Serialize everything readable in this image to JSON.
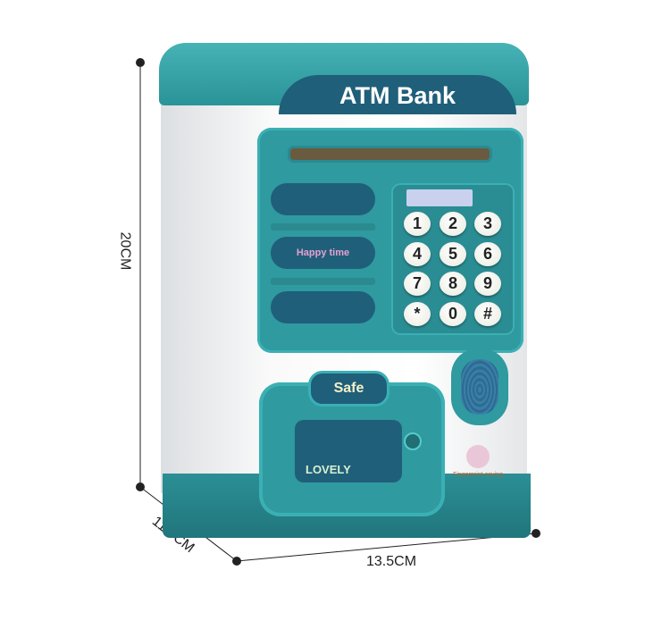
{
  "product": {
    "brand_label": "ATM Bank",
    "safe_label": "Safe",
    "sticker_text": "Happy time",
    "door_sticker_text": "LOVELY",
    "corner_sticker_text": "Fingerprint saving",
    "keypad_keys": [
      "1",
      "2",
      "3",
      "4",
      "5",
      "6",
      "7",
      "8",
      "9",
      "*",
      "0",
      "#"
    ],
    "colors": {
      "body": "#2f9aa0",
      "band": "#1f5f7a",
      "shell": "#ffffff"
    }
  },
  "dimensions": {
    "height": "20CM",
    "depth": "11.5CM",
    "width": "13.5CM"
  }
}
